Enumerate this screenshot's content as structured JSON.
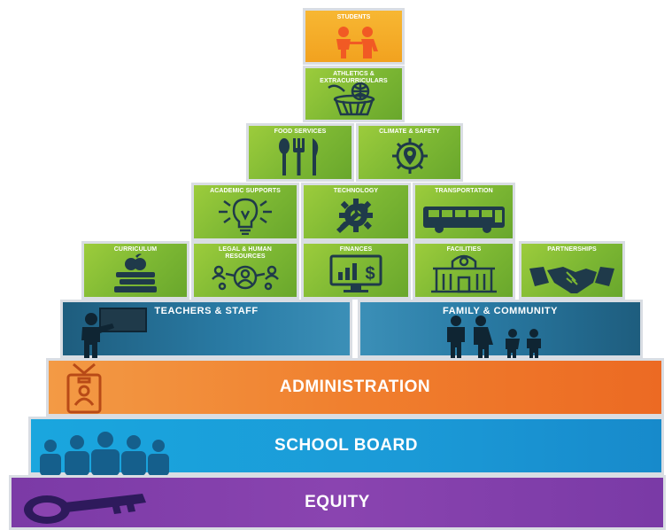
{
  "colors": {
    "green": "#7cb733",
    "students": "#f2a21f",
    "teal": "#2a7ca6",
    "administration": "#f07f2e",
    "school_board": "#1b9ad7",
    "equity": "#8a44b0",
    "icon_dark": "#1f3a4a"
  },
  "top_blocks": {
    "students": {
      "label": "STUDENTS",
      "icon": "students-icon"
    },
    "athletics": {
      "label": "ATHLETICS & EXTRACURRICULARS",
      "icon": "basketball-basket-icon"
    }
  },
  "row3": [
    {
      "label": "FOOD SERVICES",
      "icon": "utensils-icon"
    },
    {
      "label": "CLIMATE & SAFETY",
      "icon": "gear-pin-icon"
    }
  ],
  "row4": [
    {
      "label": "ACADEMIC SUPPORTS",
      "icon": "lightbulb-icon"
    },
    {
      "label": "TECHNOLOGY",
      "icon": "gear-wrench-icon"
    },
    {
      "label": "TRANSPORTATION",
      "icon": "bus-icon"
    }
  ],
  "row5": [
    {
      "label": "CURRICULUM",
      "icon": "apple-books-icon"
    },
    {
      "label": "LEGAL & HUMAN RESOURCES",
      "icon": "people-network-icon"
    },
    {
      "label": "FINANCES",
      "icon": "monitor-dollar-icon"
    },
    {
      "label": "FACILITIES",
      "icon": "building-icon"
    },
    {
      "label": "PARTNERSHIPS",
      "icon": "handshake-icon"
    }
  ],
  "row6": {
    "teachers": {
      "label": "TEACHERS & STAFF",
      "icon": "teacher-board-icon"
    },
    "family": {
      "label": "FAMILY & COMMUNITY",
      "icon": "family-icon"
    }
  },
  "bands": {
    "administration": {
      "label": "ADMINISTRATION",
      "icon": "id-badge-icon"
    },
    "school_board": {
      "label": "SCHOOL BOARD",
      "icon": "group-icon"
    },
    "equity": {
      "label": "EQUITY",
      "icon": "key-icon"
    }
  }
}
